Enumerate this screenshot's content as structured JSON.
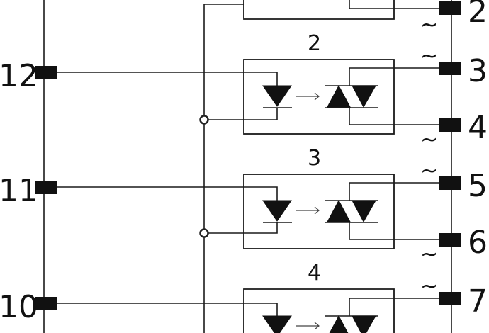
{
  "channels": [
    {
      "id": "ch1",
      "label": "",
      "left_pin": "",
      "top_pin": "",
      "bottom_pin": "2"
    },
    {
      "id": "ch2",
      "label": "2",
      "left_pin": "12",
      "top_pin": "3",
      "bottom_pin": "4"
    },
    {
      "id": "ch3",
      "label": "3",
      "left_pin": "11",
      "top_pin": "5",
      "bottom_pin": "6"
    },
    {
      "id": "ch4",
      "label": "4",
      "left_pin": "10",
      "top_pin": "7",
      "bottom_pin": ""
    }
  ],
  "ac_symbol": "~",
  "colors": {
    "line": "#1a1a1a",
    "pad": "#111111",
    "background": "#ffffff"
  },
  "icons": {
    "diode": "led-triangle-icon",
    "triac": "triac-icon",
    "coupling": "arrow-right-icon"
  }
}
